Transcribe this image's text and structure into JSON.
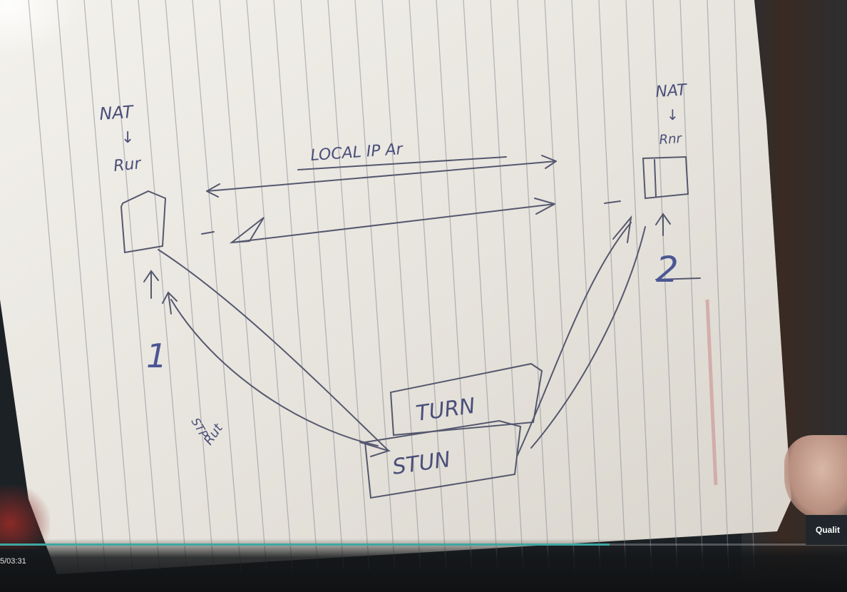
{
  "video": {
    "time_label": "5/03:31",
    "quality_label": "Qualit",
    "progress": 0.72,
    "accent_color": "#3fa7a0"
  },
  "sketch": {
    "left_node": {
      "top_text": "NAT",
      "arrow_text": "↓",
      "bottom_text": "Rur"
    },
    "right_node": {
      "top_text": "NAT",
      "arrow_text": "↓",
      "bottom_text": "Rnr"
    },
    "top_label": "LOCAL IP Ar",
    "step_left": "1",
    "step_right": "2",
    "edge_left_text_a": "STP",
    "edge_left_text_b": "Rut",
    "turn_box": "TURN",
    "stun_box": "STUN",
    "ink_color": "#4a4f7a",
    "paper_color": "#e9e6df"
  }
}
